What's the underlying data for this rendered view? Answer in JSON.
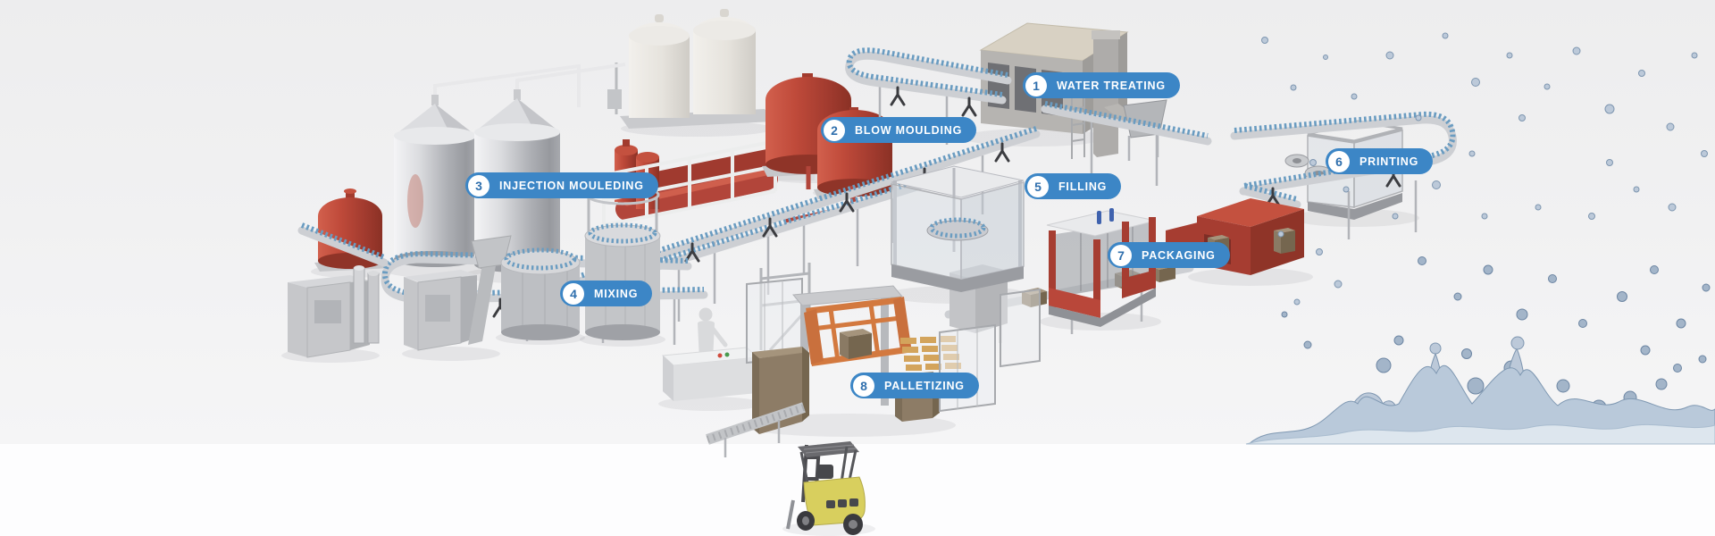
{
  "process_steps": [
    {
      "number": "1",
      "label": "WATER TREATING"
    },
    {
      "number": "2",
      "label": "BLOW MOULDING"
    },
    {
      "number": "3",
      "label": "INJECTION MOULEDING"
    },
    {
      "number": "4",
      "label": "MIXING"
    },
    {
      "number": "5",
      "label": "FILLING"
    },
    {
      "number": "6",
      "label": "PRINTING"
    },
    {
      "number": "7",
      "label": "PACKAGING"
    },
    {
      "number": "8",
      "label": "PALLETIZING"
    }
  ],
  "colors": {
    "pill_blue": "#3c86c6",
    "badge_number_blue": "#2f6fad",
    "machine_red": "#b9473a",
    "palletizer_orange": "#d3793f",
    "forklift_yellow": "#d8cf5e",
    "carton_brown": "#8a7a64",
    "pallet_wood": "#d3a45c",
    "steel_gray": "#c6c8cc",
    "splash_blue": "#9fb4ca",
    "background_gray": "#f1f1f2"
  }
}
